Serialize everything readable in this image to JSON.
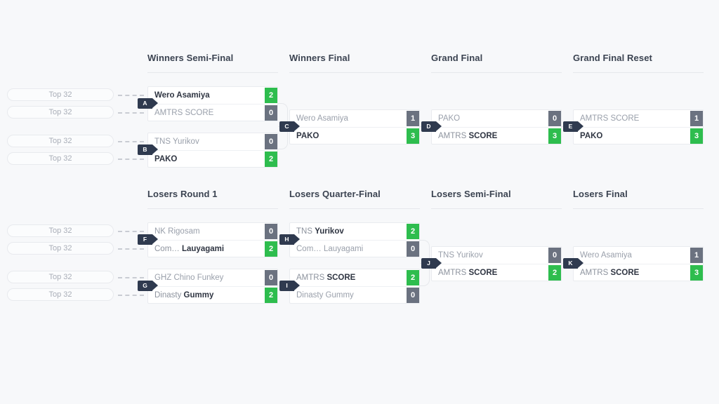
{
  "page": {
    "background": "#f7f8fa",
    "winner_color": "#2ebd4e",
    "loser_color": "#6b7280",
    "badge_color": "#2f3a4f"
  },
  "seed_label": "Top 32",
  "rounds": [
    {
      "id": "winners-semi-final",
      "title": "Winners Semi-Final"
    },
    {
      "id": "winners-final",
      "title": "Winners Final"
    },
    {
      "id": "grand-final",
      "title": "Grand Final"
    },
    {
      "id": "grand-final-reset",
      "title": "Grand Final Reset"
    },
    {
      "id": "losers-round-1",
      "title": "Losers Round 1"
    },
    {
      "id": "losers-quarter-final",
      "title": "Losers Quarter-Final"
    },
    {
      "id": "losers-semi-final",
      "title": "Losers Semi-Final"
    },
    {
      "id": "losers-final",
      "title": "Losers Final"
    }
  ],
  "matches": [
    {
      "badge": "A",
      "round": "winners-semi-final",
      "rows": [
        {
          "pre": "",
          "main": "Wero Asamiya",
          "score": "2",
          "winner": true
        },
        {
          "pre": "",
          "main": "AMTRS SCORE",
          "score": "0",
          "winner": false
        }
      ]
    },
    {
      "badge": "B",
      "round": "winners-semi-final",
      "rows": [
        {
          "pre": "",
          "main": "TNS Yurikov",
          "score": "0",
          "winner": false
        },
        {
          "pre": "",
          "main": "PAKO",
          "score": "2",
          "winner": true
        }
      ]
    },
    {
      "badge": "C",
      "round": "winners-final",
      "rows": [
        {
          "pre": "",
          "main": "Wero Asamiya",
          "score": "1",
          "winner": false
        },
        {
          "pre": "",
          "main": "PAKO",
          "score": "3",
          "winner": true
        }
      ]
    },
    {
      "badge": "D",
      "round": "grand-final",
      "rows": [
        {
          "pre": "",
          "main": "PAKO",
          "score": "0",
          "winner": false
        },
        {
          "pre": "AMTRS ",
          "main": "SCORE",
          "score": "3",
          "winner": true
        }
      ]
    },
    {
      "badge": "E",
      "round": "grand-final-reset",
      "rows": [
        {
          "pre": "",
          "main": "AMTRS SCORE",
          "score": "1",
          "winner": false
        },
        {
          "pre": "",
          "main": "PAKO",
          "score": "3",
          "winner": true
        }
      ]
    },
    {
      "badge": "F",
      "round": "losers-round-1",
      "rows": [
        {
          "pre": "",
          "main": "NK Rigosam",
          "score": "0",
          "winner": false
        },
        {
          "pre": "Com… ",
          "main": "Lauyagami",
          "score": "2",
          "winner": true
        }
      ]
    },
    {
      "badge": "G",
      "round": "losers-round-1",
      "rows": [
        {
          "pre": "",
          "main": "GHZ Chino Funkey",
          "score": "0",
          "winner": false
        },
        {
          "pre": "Dinasty ",
          "main": "Gummy",
          "score": "2",
          "winner": true
        }
      ]
    },
    {
      "badge": "H",
      "round": "losers-quarter-final",
      "rows": [
        {
          "pre": "TNS ",
          "main": "Yurikov",
          "score": "2",
          "winner": true
        },
        {
          "pre": "",
          "main": "Com… Lauyagami",
          "score": "0",
          "winner": false
        }
      ]
    },
    {
      "badge": "I",
      "round": "losers-quarter-final",
      "rows": [
        {
          "pre": "AMTRS ",
          "main": "SCORE",
          "score": "2",
          "winner": true
        },
        {
          "pre": "",
          "main": "Dinasty Gummy",
          "score": "0",
          "winner": false
        }
      ]
    },
    {
      "badge": "J",
      "round": "losers-semi-final",
      "rows": [
        {
          "pre": "",
          "main": "TNS Yurikov",
          "score": "0",
          "winner": false
        },
        {
          "pre": "AMTRS ",
          "main": "SCORE",
          "score": "2",
          "winner": true
        }
      ]
    },
    {
      "badge": "K",
      "round": "losers-final",
      "rows": [
        {
          "pre": "",
          "main": "Wero Asamiya",
          "score": "1",
          "winner": false
        },
        {
          "pre": "AMTRS ",
          "main": "SCORE",
          "score": "3",
          "winner": true
        }
      ]
    }
  ],
  "seeds": [
    {
      "bracket": "winners",
      "slot": 1
    },
    {
      "bracket": "winners",
      "slot": 2
    },
    {
      "bracket": "winners",
      "slot": 3
    },
    {
      "bracket": "winners",
      "slot": 4
    },
    {
      "bracket": "losers",
      "slot": 1
    },
    {
      "bracket": "losers",
      "slot": 2
    },
    {
      "bracket": "losers",
      "slot": 3
    },
    {
      "bracket": "losers",
      "slot": 4
    }
  ]
}
